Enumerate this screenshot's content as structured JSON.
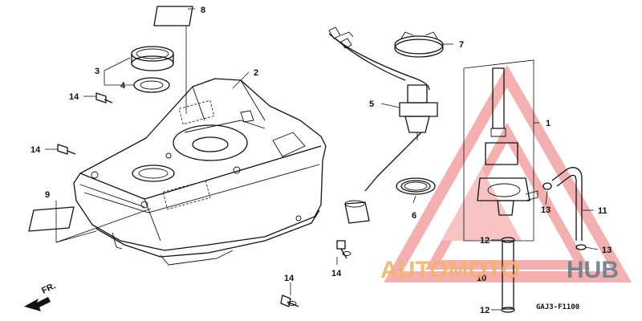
{
  "diagram": {
    "code": "GAJ3-F1100",
    "front_label": "FR.",
    "callouts": [
      "1",
      "2",
      "3",
      "4",
      "5",
      "6",
      "7",
      "8",
      "9",
      "10",
      "11",
      "12",
      "12",
      "13",
      "13",
      "14",
      "14",
      "14"
    ]
  },
  "watermark": {
    "part1": "AUTOMOTO",
    "part2": "HUB",
    "color_primary": "#f5a5a5",
    "color_secondary": "#f3b36b",
    "color_dark": "#6b7c8a"
  }
}
